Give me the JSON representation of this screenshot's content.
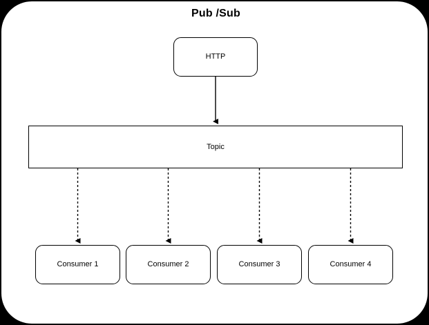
{
  "diagram": {
    "title": "Pub /Sub",
    "type": "flowchart",
    "background_color": "#000000",
    "surface_color": "#ffffff",
    "stroke_color": "#000000",
    "nodes": {
      "http": {
        "label": "HTTP",
        "shape": "rounded-rect"
      },
      "topic": {
        "label": "Topic",
        "shape": "rect"
      },
      "consumers": [
        {
          "label": "Consumer 1",
          "shape": "rounded-rect"
        },
        {
          "label": "Consumer 2",
          "shape": "rounded-rect"
        },
        {
          "label": "Consumer 3",
          "shape": "rounded-rect"
        },
        {
          "label": "Consumer 4",
          "shape": "rounded-rect"
        }
      ]
    },
    "edges": [
      {
        "from": "http",
        "to": "topic",
        "style": "solid",
        "arrowhead": "filled-triangle"
      },
      {
        "from": "topic",
        "to": "consumer-1",
        "style": "dashed",
        "arrowhead": "filled-triangle"
      },
      {
        "from": "topic",
        "to": "consumer-2",
        "style": "dashed",
        "arrowhead": "filled-triangle"
      },
      {
        "from": "topic",
        "to": "consumer-3",
        "style": "dashed",
        "arrowhead": "filled-triangle"
      },
      {
        "from": "topic",
        "to": "consumer-4",
        "style": "dashed",
        "arrowhead": "filled-triangle"
      }
    ]
  }
}
